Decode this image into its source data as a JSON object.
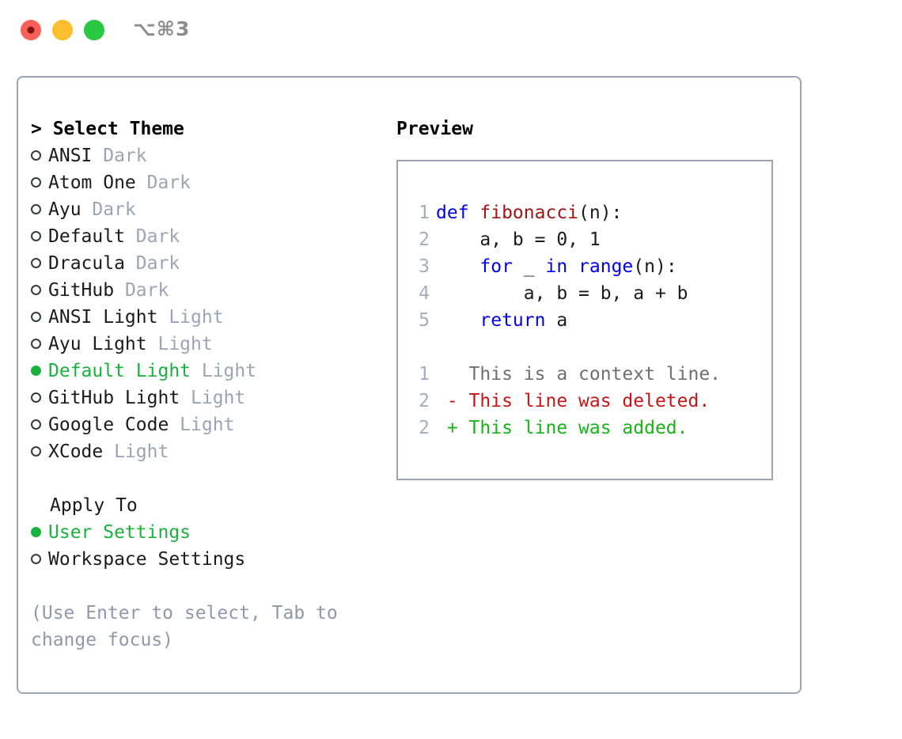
{
  "titlebar": {
    "shortcut": "⌥⌘3",
    "buttons": [
      {
        "name": "close",
        "color": "#fb5f57"
      },
      {
        "name": "minimize",
        "color": "#fcbd2e"
      },
      {
        "name": "maximize",
        "color": "#28c840"
      }
    ]
  },
  "theme_picker": {
    "heading": "> Select Theme",
    "items": [
      {
        "marker": "hollow",
        "label": "ANSI",
        "badge": "Dark",
        "selected": false
      },
      {
        "marker": "hollow",
        "label": "Atom One",
        "badge": "Dark",
        "selected": false
      },
      {
        "marker": "hollow",
        "label": "Ayu",
        "badge": "Dark",
        "selected": false
      },
      {
        "marker": "hollow",
        "label": "Default",
        "badge": "Dark",
        "selected": false
      },
      {
        "marker": "hollow",
        "label": "Dracula",
        "badge": "Dark",
        "selected": false
      },
      {
        "marker": "hollow",
        "label": "GitHub",
        "badge": "Dark",
        "selected": false
      },
      {
        "marker": "hollow",
        "label": "ANSI Light",
        "badge": "Light",
        "selected": false
      },
      {
        "marker": "hollow",
        "label": "Ayu Light",
        "badge": "Light",
        "selected": false
      },
      {
        "marker": "filled",
        "label": "Default Light",
        "badge": "Light",
        "selected": true
      },
      {
        "marker": "hollow",
        "label": "GitHub Light",
        "badge": "Light",
        "selected": false
      },
      {
        "marker": "hollow",
        "label": "Google Code",
        "badge": "Light",
        "selected": false
      },
      {
        "marker": "hollow",
        "label": "XCode",
        "badge": "Light",
        "selected": false
      }
    ]
  },
  "apply_to": {
    "heading": "Apply To",
    "items": [
      {
        "marker": "filled",
        "label": "User Settings",
        "selected": true
      },
      {
        "marker": "hollow",
        "label": "Workspace Settings",
        "selected": false
      }
    ]
  },
  "hint": "(Use Enter to select, Tab to change focus)",
  "preview": {
    "title": "Preview",
    "code_lines": [
      {
        "num": "1",
        "tokens": [
          {
            "text": "def ",
            "style": "kw"
          },
          {
            "text": "fibonacci",
            "style": "fn"
          },
          {
            "text": "(n):",
            "style": "txt"
          }
        ]
      },
      {
        "num": "2",
        "tokens": [
          {
            "text": "    a, b = 0, 1",
            "style": "txt"
          }
        ]
      },
      {
        "num": "3",
        "tokens": [
          {
            "text": "    ",
            "style": "txt"
          },
          {
            "text": "for",
            "style": "kw"
          },
          {
            "text": " _ ",
            "style": "txt"
          },
          {
            "text": "in",
            "style": "kw"
          },
          {
            "text": " ",
            "style": "txt"
          },
          {
            "text": "range",
            "style": "kw"
          },
          {
            "text": "(n):",
            "style": "txt"
          }
        ]
      },
      {
        "num": "4",
        "tokens": [
          {
            "text": "        a, b = b, a + b",
            "style": "txt"
          }
        ]
      },
      {
        "num": "5",
        "tokens": [
          {
            "text": "    ",
            "style": "txt"
          },
          {
            "text": "return",
            "style": "kw"
          },
          {
            "text": " a",
            "style": "txt"
          }
        ]
      }
    ],
    "diff_lines": [
      {
        "num": "1",
        "tokens": [
          {
            "text": "   This is a context line.",
            "style": "ctx"
          }
        ]
      },
      {
        "num": "2",
        "tokens": [
          {
            "text": " - This line was deleted.",
            "style": "del"
          }
        ]
      },
      {
        "num": "2",
        "tokens": [
          {
            "text": " + This line was added.",
            "style": "add"
          }
        ]
      }
    ]
  },
  "colors": {
    "accent_green": "#18b33c",
    "muted": "#9aa4b4",
    "keyword_blue": "#0000ee",
    "function_red": "#a31515",
    "diff_add": "#17b317",
    "diff_del": "#c81414",
    "border": "#9aa4b4"
  }
}
